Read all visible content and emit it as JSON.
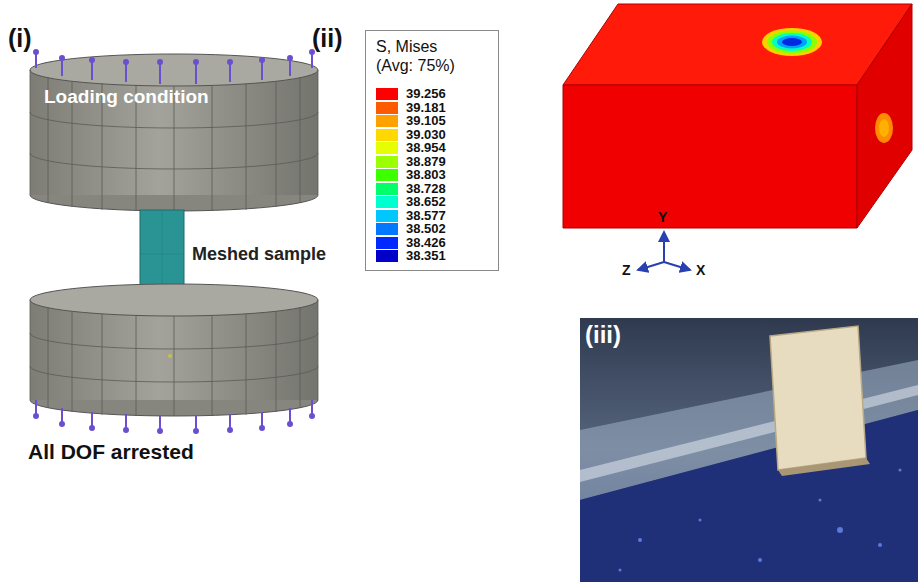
{
  "diagram": {
    "nodes": [
      {
        "text": [
          "S, Mises",
          "(Avg: 75%)"
        ]
      }
    ],
    "labels": [
      "(i)",
      "(ii)",
      "(iii)",
      "Loading condition",
      "Meshed sample",
      "All DOF arrested",
      "Y",
      "Z",
      "X"
    ],
    "legend": [
      {
        "text": "39.256",
        "color": "#ff0000"
      },
      {
        "text": "39.181",
        "color": "#ff5a00"
      },
      {
        "text": "39.105",
        "color": "#ffa200"
      },
      {
        "text": "39.030",
        "color": "#ffd800"
      },
      {
        "text": "38.954",
        "color": "#e6ff00"
      },
      {
        "text": "38.879",
        "color": "#9cff00"
      },
      {
        "text": "38.803",
        "color": "#3cff00"
      },
      {
        "text": "38.728",
        "color": "#00ff6a"
      },
      {
        "text": "38.652",
        "color": "#00ffd0"
      },
      {
        "text": "38.577",
        "color": "#00c8ff"
      },
      {
        "text": "38.502",
        "color": "#0078ff"
      },
      {
        "text": "38.426",
        "color": "#0028ff"
      },
      {
        "text": "38.351",
        "color": "#0000c8"
      }
    ]
  }
}
